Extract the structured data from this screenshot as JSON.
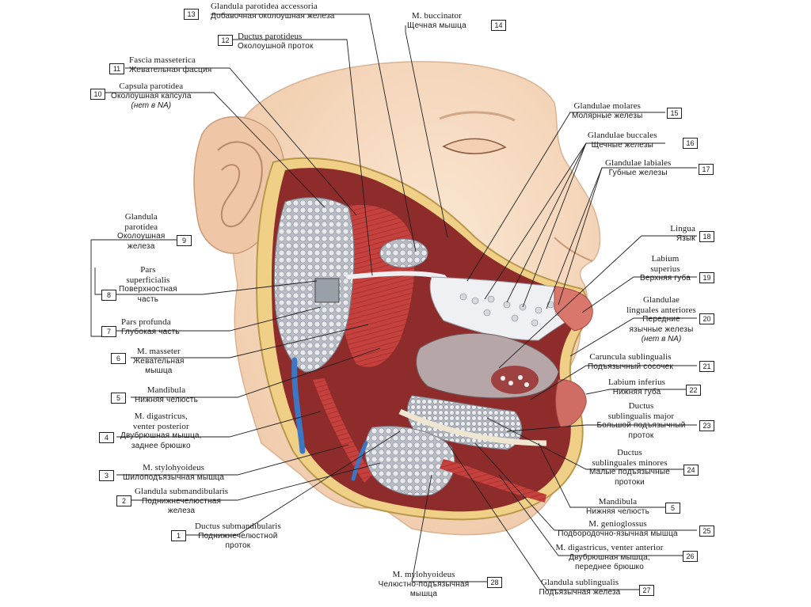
{
  "labels": [
    {
      "num": "13",
      "la": "Glandula parotidea accessoria",
      "ru": "Добавочная околоушная железа"
    },
    {
      "num": "12",
      "la": "Ductus parotideus",
      "ru": "Околоушной проток"
    },
    {
      "num": "14",
      "la": "M. buccinator",
      "ru": "Щечная мышца"
    },
    {
      "num": "11",
      "la": "Fascia masseterica",
      "ru": "Жевательная фасция"
    },
    {
      "num": "10",
      "la": "Capsula parotidea",
      "ru": "Околоушная капсула",
      "note": "(нет в NA)"
    },
    {
      "num": "15",
      "la": "Glandulae molares",
      "ru": "Молярные железы"
    },
    {
      "num": "16",
      "la": "Glandulae buccales",
      "ru": "Щечные железы"
    },
    {
      "num": "17",
      "la": "Glandulae labiales",
      "ru": "Губные железы"
    },
    {
      "num": "9",
      "la1": "Glandula",
      "la2": "parotidea",
      "ru1": "Околоушная",
      "ru2": "железа"
    },
    {
      "num": "8",
      "la1": "Pars",
      "la2": "superficialis",
      "ru1": "Поверхностная",
      "ru2": "часть"
    },
    {
      "num": "7",
      "la": "Pars profunda",
      "ru": "Глубокая часть"
    },
    {
      "num": "6",
      "la": "M. masseter",
      "ru1": "Жевательная",
      "ru2": "мышца"
    },
    {
      "num": "5",
      "la": "Mandibula",
      "ru": "Нижняя челюсть"
    },
    {
      "num": "4",
      "la1": "M. digastricus,",
      "la2": "venter posterior",
      "ru1": "Двубрюшная мышца,",
      "ru2": "заднее брюшко"
    },
    {
      "num": "3",
      "la": "M. stylohyoideus",
      "ru": "Шилоподъязычная мышца"
    },
    {
      "num": "2",
      "la": "Glandula submandibularis",
      "ru1": "Поднижнечелюстная",
      "ru2": "железа"
    },
    {
      "num": "1",
      "la": "Ductus submandibularis",
      "ru1": "Поднижнечелюстной",
      "ru2": "проток"
    },
    {
      "num": "18",
      "la": "Lingua",
      "ru": "Язык"
    },
    {
      "num": "19",
      "la1": "Labium",
      "la2": "superius",
      "ru": "Верхняя губа"
    },
    {
      "num": "20",
      "la1": "Glandulae",
      "la2": "linguales anteriores",
      "ru1": "Передние",
      "ru2": "язычные железы",
      "note": "(нет в NA)"
    },
    {
      "num": "21",
      "la": "Caruncula sublingualis",
      "ru": "Подъязычный сосочек"
    },
    {
      "num": "22",
      "la": "Labium inferius",
      "ru": "Нижняя губа"
    },
    {
      "num": "23",
      "la1": "Ductus",
      "la2": "sublingualis major",
      "ru1": "Большой подъязычный",
      "ru2": "проток"
    },
    {
      "num": "24",
      "la1": "Ductus",
      "la2": "sublinguales minores",
      "ru1": "Малые подъязычные",
      "ru2": "протоки"
    },
    {
      "num": "5",
      "la": "Mandibula",
      "ru": "Нижняя челюсть"
    },
    {
      "num": "25",
      "la": "M. genioglossus",
      "ru": "Подбородочно-язычная мышца"
    },
    {
      "num": "26",
      "la": "M. digastricus, venter anterior",
      "ru1": "Двубрюшная мышца,",
      "ru2": "переднее брюшко"
    },
    {
      "num": "28",
      "la": "M. mylohyoideus",
      "ru1": "Челюстно-подъязычная",
      "ru2": "мышца"
    },
    {
      "num": "27",
      "la": "Glandula sublingualis",
      "ru": "Подъязычная железа"
    }
  ],
  "colors": {
    "skin": "#f6dcc3",
    "muscle": "#c3403c",
    "gland": "#c7cad0",
    "fat": "#f1d28a",
    "vein": "#3b77c4",
    "line": "#1f1f1f"
  }
}
